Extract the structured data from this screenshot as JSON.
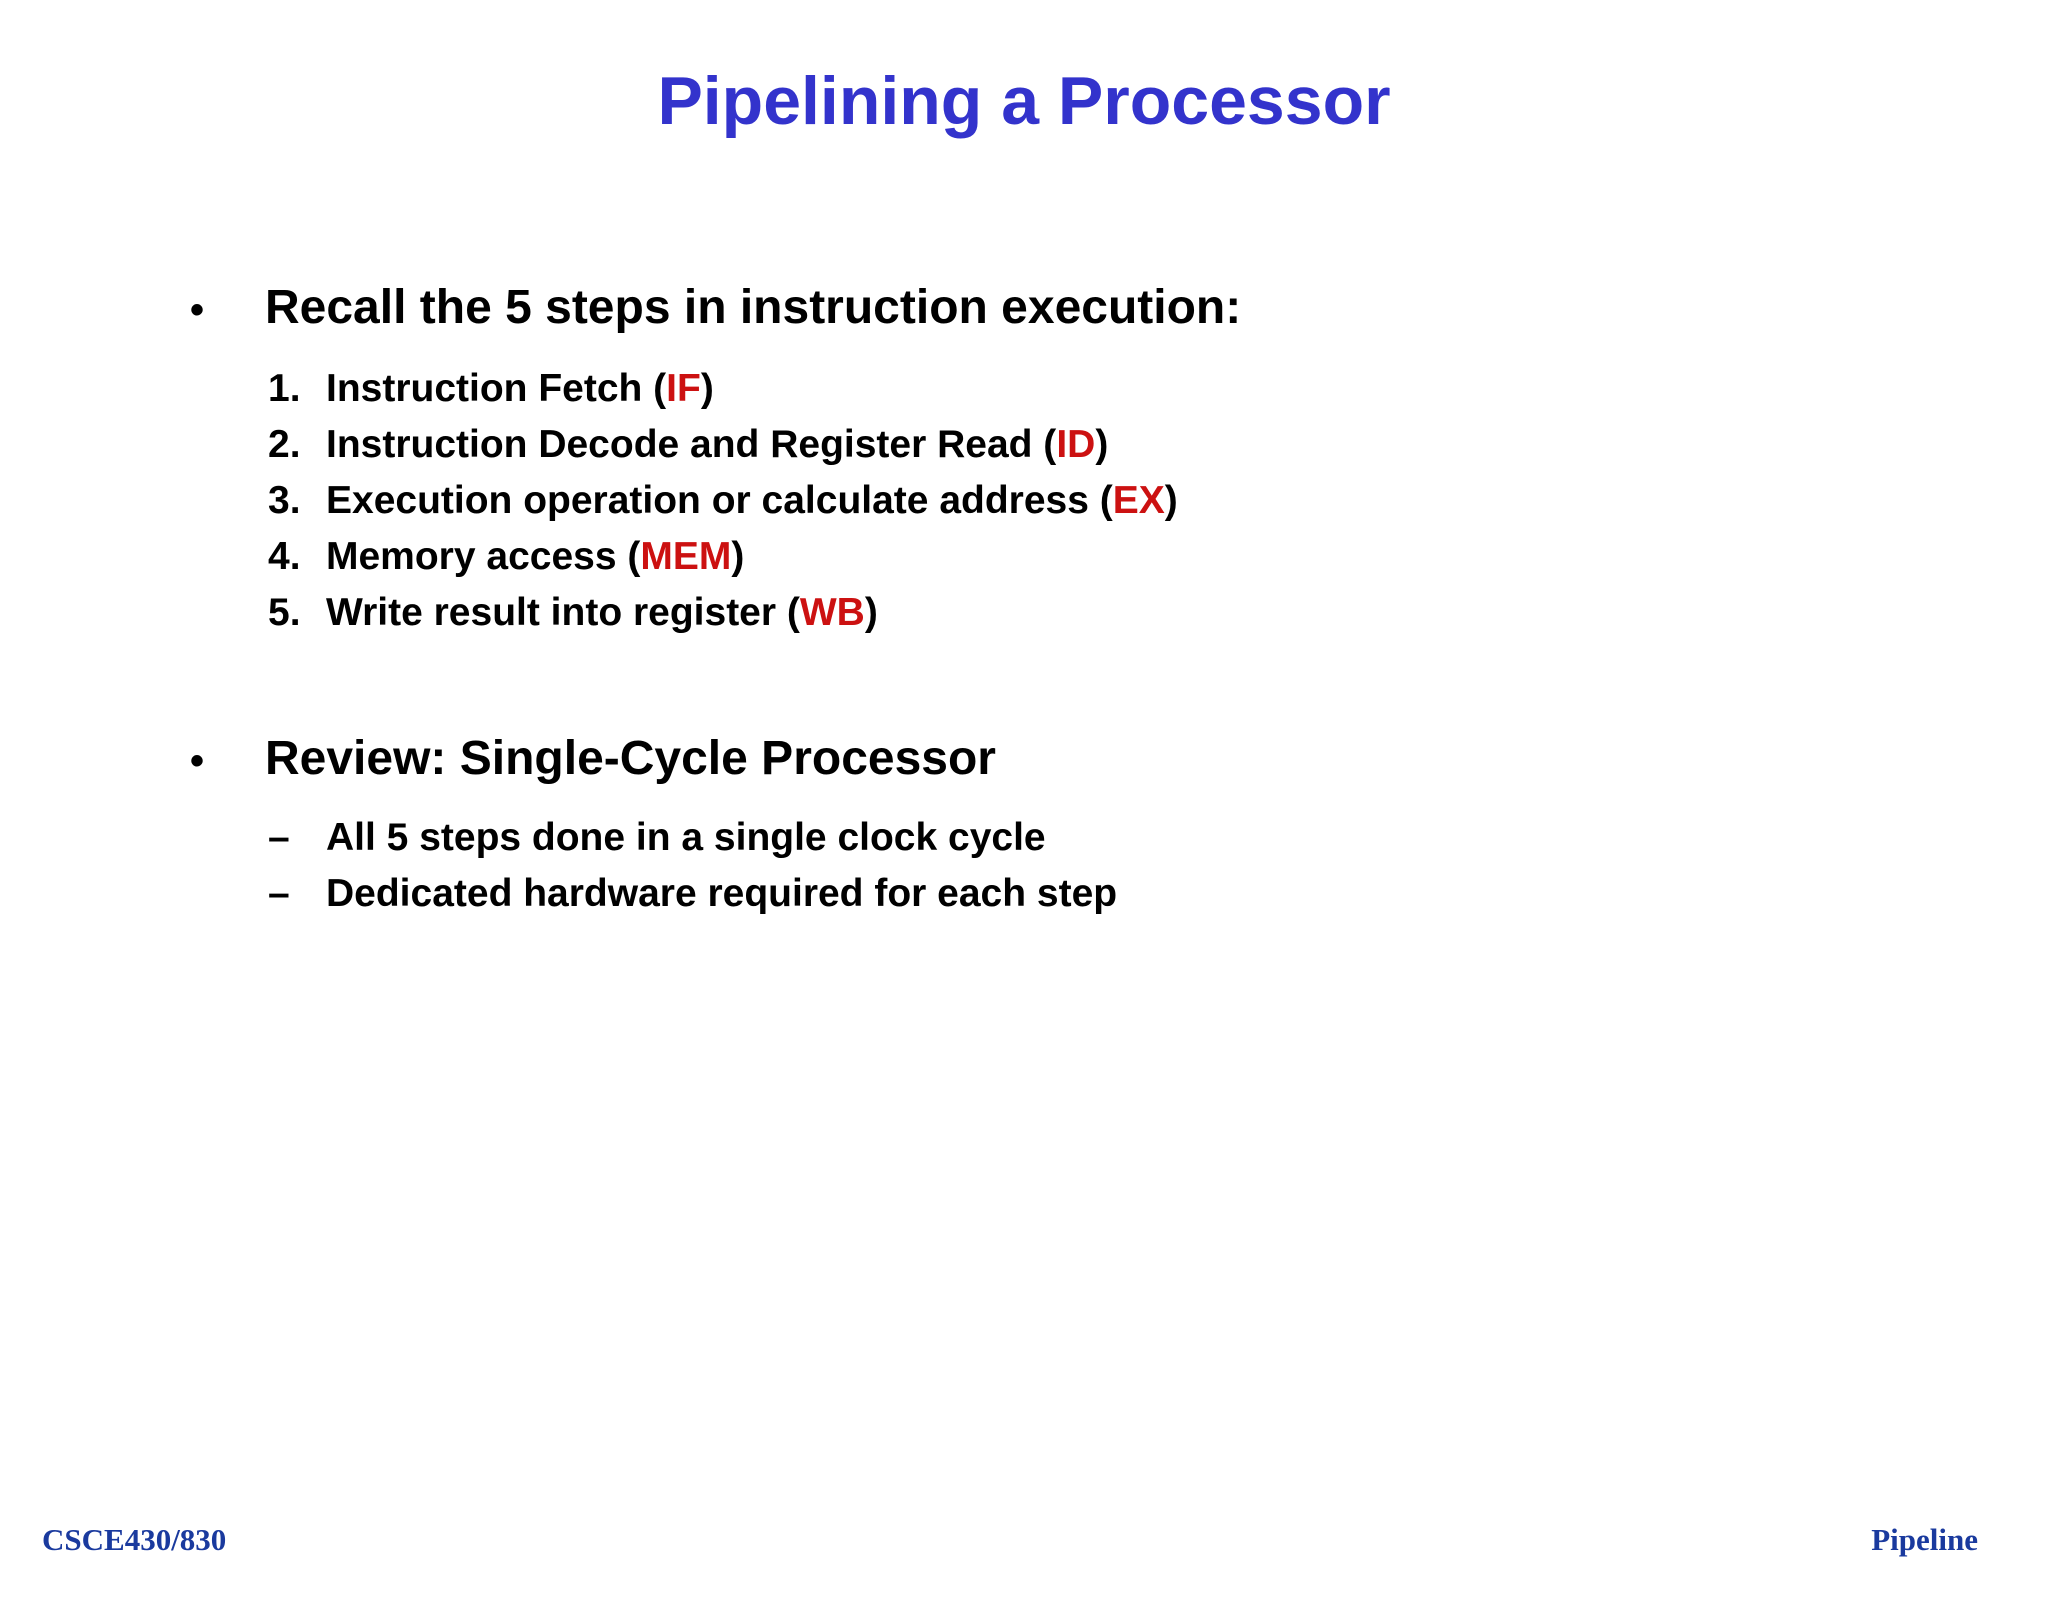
{
  "title": "Pipelining a Processor",
  "glyphs": {
    "bullet": "•",
    "dash": "–"
  },
  "colors": {
    "title_blue": "#3333cc",
    "stage_red": "#cc1111",
    "footer_navy": "#1a3a9e",
    "body_text": "#000000",
    "background": "#ffffff"
  },
  "sections": [
    {
      "heading": "Recall the 5 steps in instruction execution:",
      "items": [
        {
          "num": "1.",
          "pre": "Instruction Fetch (",
          "em": "IF",
          "post": ")"
        },
        {
          "num": "2.",
          "pre": "Instruction Decode and Register Read (",
          "em": "ID",
          "post": ")"
        },
        {
          "num": "3.",
          "pre": "Execution operation or calculate address (",
          "em": "EX",
          "post": ")"
        },
        {
          "num": "4.",
          "pre": "Memory access (",
          "em": "MEM",
          "post": ")"
        },
        {
          "num": "5.",
          "pre": "Write result into register (",
          "em": "WB",
          "post": ")"
        }
      ]
    },
    {
      "heading": "Review: Single-Cycle Processor",
      "items": [
        "All 5 steps done in a single clock cycle",
        "Dedicated hardware required for each step"
      ]
    }
  ],
  "footer": {
    "left": "CSCE430/830",
    "right": "Pipeline"
  }
}
